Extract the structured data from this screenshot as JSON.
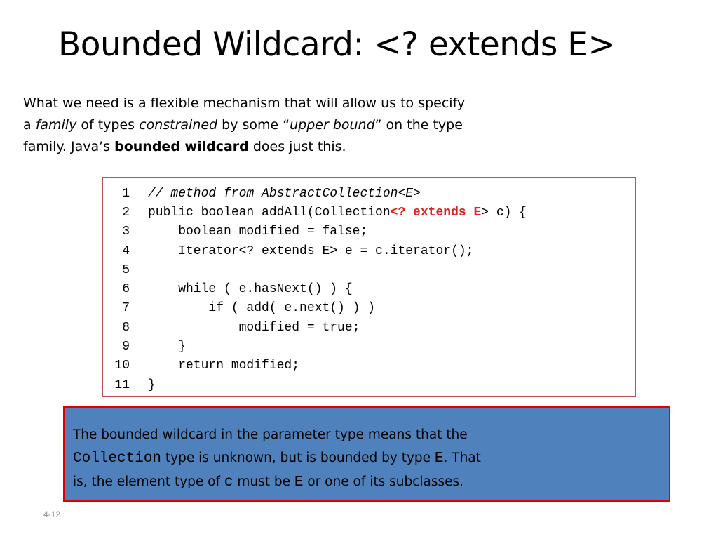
{
  "slide": {
    "title": "Bounded Wildcard: <? extends E>",
    "page_number": "4-12"
  },
  "intro": {
    "l1": "What we need is a flexible mechanism that will allow us to specify",
    "l2_a": "a ",
    "l2_b": "family",
    "l2_c": " of types ",
    "l2_d": "constrained",
    "l2_e": " by some “",
    "l2_f": "upper bound",
    "l2_g": "” on the type",
    "l3_a": "family. Java’s ",
    "l3_b": "bounded wildcard",
    "l3_c": " does just this."
  },
  "code": {
    "lines": [
      {
        "num": "1",
        "text": "// method from AbstractCollection<E>"
      },
      {
        "num": "2",
        "pre": "public boolean addAll(Collection",
        "hl": "<? extends E",
        "post": "> c) {"
      },
      {
        "num": "3",
        "text": "    boolean modified = false;"
      },
      {
        "num": "4",
        "text": "    Iterator<? extends E> e = c.iterator();"
      },
      {
        "num": "5",
        "text": ""
      },
      {
        "num": "6",
        "text": "    while ( e.hasNext() ) {"
      },
      {
        "num": "7",
        "text": "        if ( add( e.next() ) )"
      },
      {
        "num": "8",
        "text": "            modified = true;"
      },
      {
        "num": "9",
        "text": "    }"
      },
      {
        "num": "10",
        "text": "    return modified;"
      },
      {
        "num": "11",
        "text": "}"
      }
    ]
  },
  "note": {
    "l1": "The bounded wildcard in the parameter type means that the",
    "l2_a": "Collection",
    "l2_b": " type is unknown, but is bounded by type ",
    "l2_c": "E",
    "l2_d": ". That",
    "l3_a": "is, the element type of ",
    "l3_b": "c",
    "l3_c": " must be ",
    "l3_d": "E",
    "l3_e": " or one of its subclasses."
  },
  "colors": {
    "code_border": "#c0504d",
    "highlight": "#e02020",
    "note_background": "#4f81bd",
    "note_border": "#e00000"
  }
}
